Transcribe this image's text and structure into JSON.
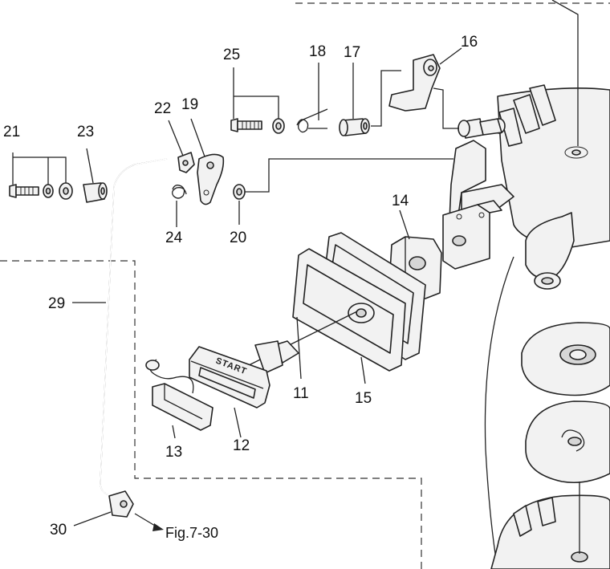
{
  "diagram": {
    "part_numbers": [
      "11",
      "12",
      "13",
      "14",
      "15",
      "16",
      "17",
      "18",
      "19",
      "20",
      "21",
      "22",
      "23",
      "24",
      "25",
      "29",
      "30"
    ],
    "figure_reference": "Fig.7-30",
    "handle_text": "START"
  }
}
